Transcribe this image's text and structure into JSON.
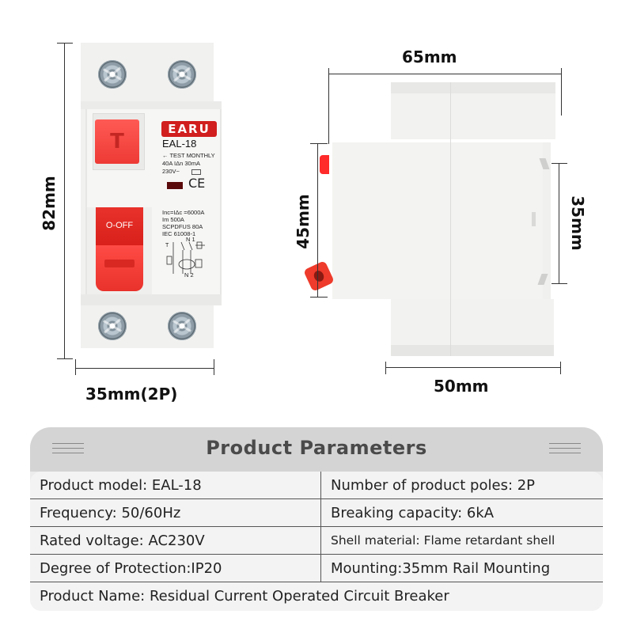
{
  "front_view": {
    "brand": "EARU",
    "model": "EAL-18",
    "test_label": "← TEST MONTHLY",
    "rating_line": "40A   IΔn 30mA",
    "voltage_line": "230V~",
    "ce_mark": "CE",
    "test_button_glyph": "T",
    "lever_label": "O-OFF",
    "spec_lines": [
      "Inc=IΔc =6000A",
      "Im 500A",
      "SCPDFUS 80A",
      "IEC 61008-1"
    ],
    "diagram_top": "N 1",
    "diagram_bottom": "N 2",
    "diagram_t": "T",
    "height_label": "82mm",
    "width_label": "35mm(2P)"
  },
  "side_view": {
    "depth_label": "65mm",
    "front_height_label": "45mm",
    "rail_height_label": "35mm",
    "base_width_label": "50mm"
  },
  "colors": {
    "accent_red": "#e8322b",
    "brand_red": "#d11e1e",
    "table_header": "#d4d4d4",
    "table_body": "#f3f3f3"
  },
  "table": {
    "title": "Product Parameters",
    "rows": [
      {
        "left": "Product model: EAL-18",
        "right": "Number of product poles: 2P"
      },
      {
        "left": "Frequency: 50/60Hz",
        "right": "Breaking capacity: 6kA"
      },
      {
        "left": "Rated voltage: AC230V",
        "right": "Shell material: Flame retardant shell"
      },
      {
        "left": "Degree of Protection:IP20",
        "right": "Mounting:35mm Rail Mounting"
      }
    ],
    "footer": "Product Name: Residual Current Operated Circuit Breaker"
  }
}
